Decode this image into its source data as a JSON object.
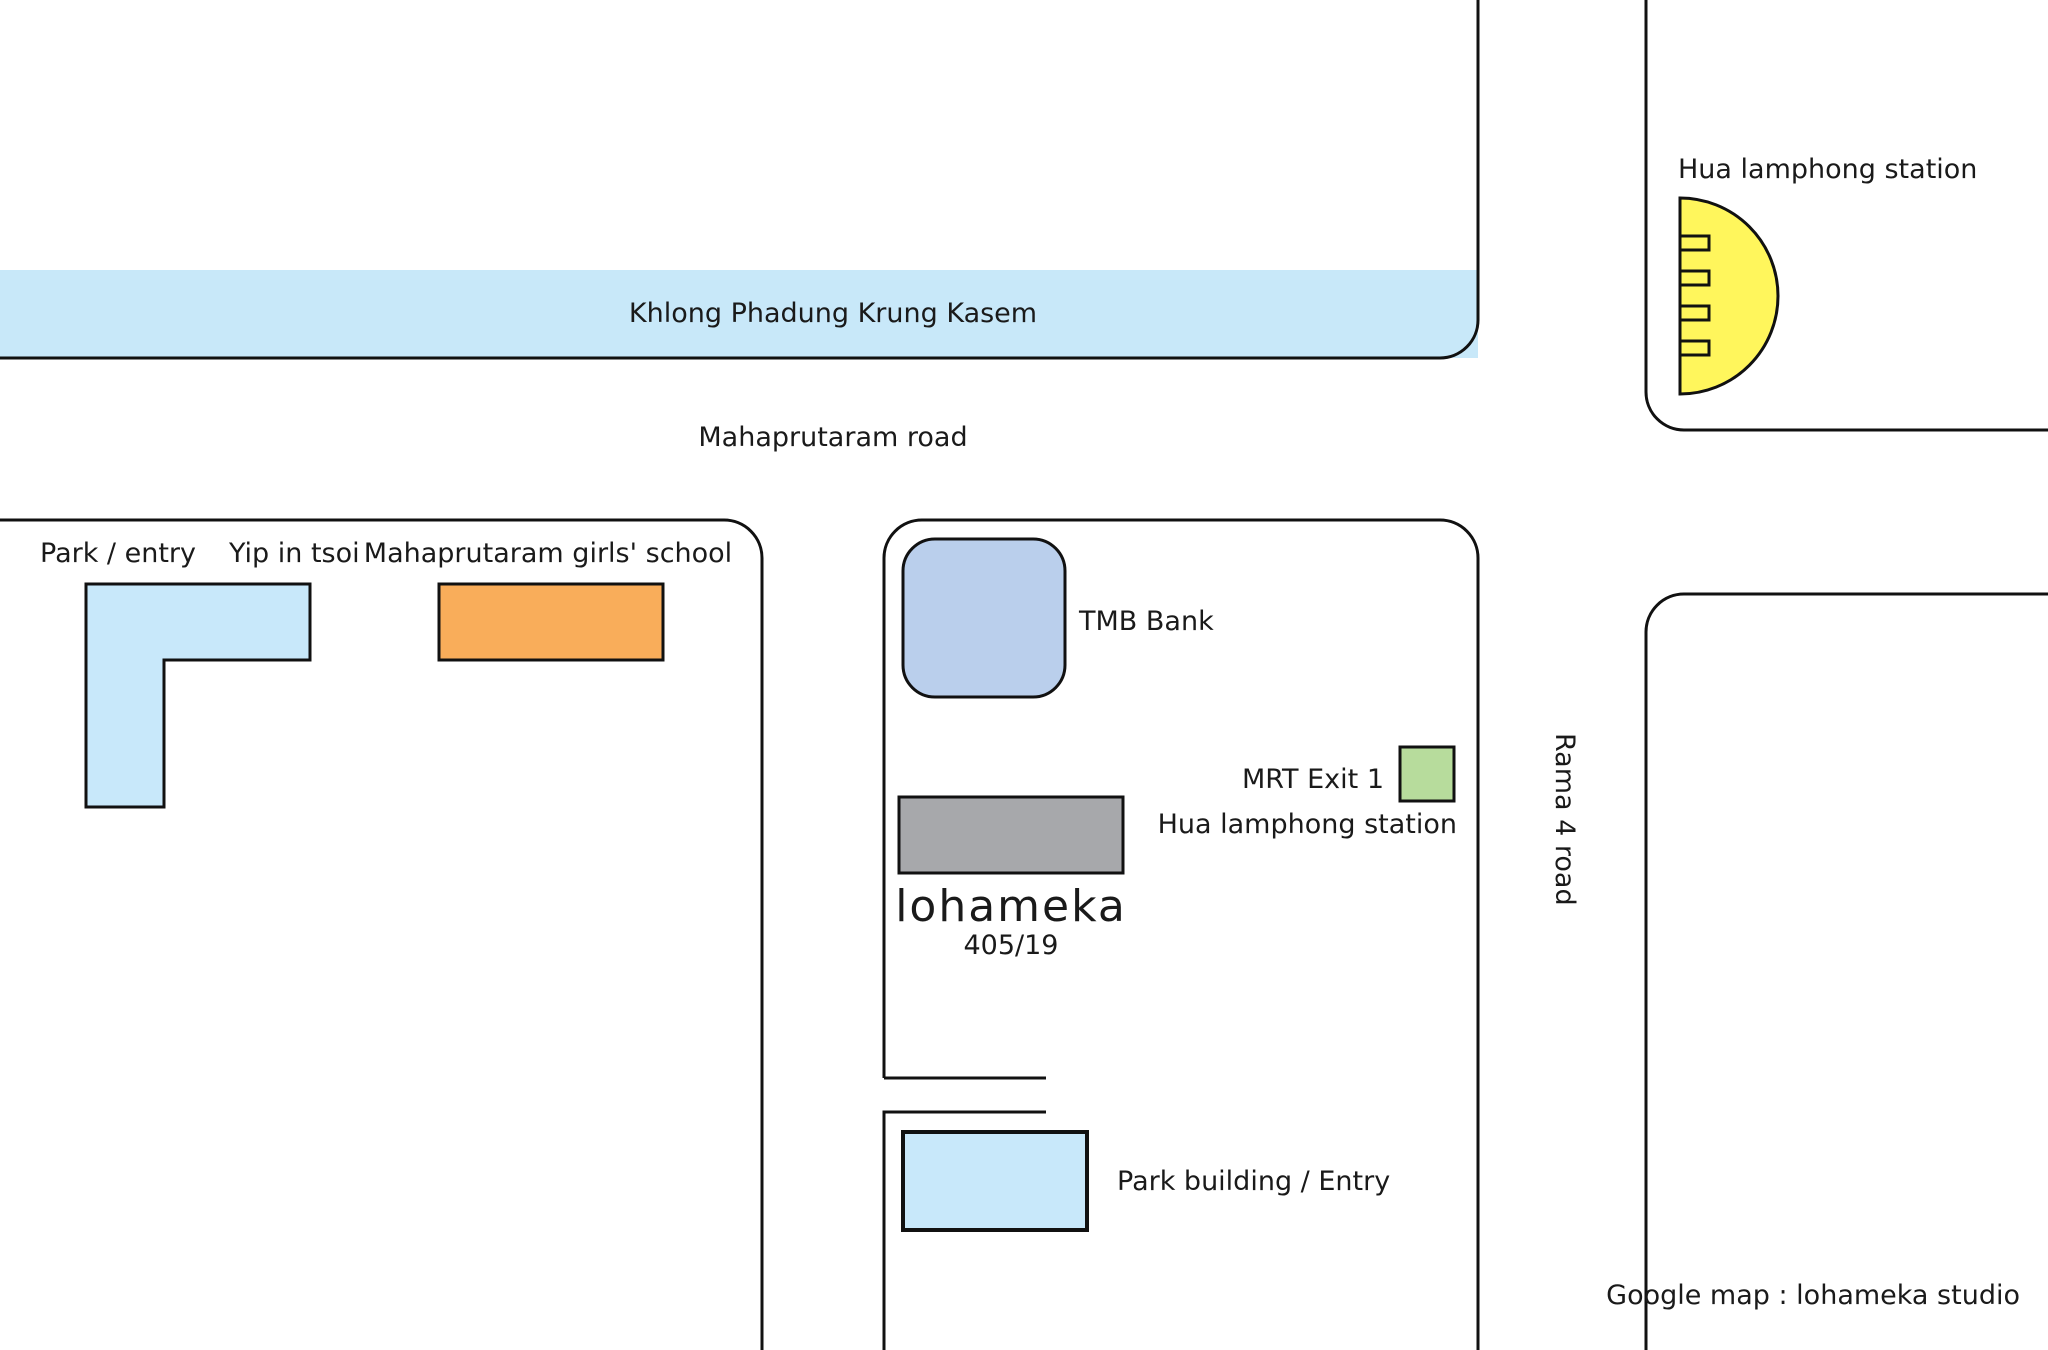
{
  "colors": {
    "canal": "#c8e8f9",
    "park": "#c8e8fa",
    "school": "#f9ad5a",
    "bank": "#bacfec",
    "mrt_exit": "#b7dc9c",
    "lohameka_building": "#a7a8ab",
    "station": "#fff65c",
    "outline": "#111111"
  },
  "canal": {
    "label": "Khlong Phadung Krung Kasem"
  },
  "roads": {
    "mahaprutaram": "Mahaprutaram road",
    "rama4": "Rama 4 road"
  },
  "places": {
    "hua_lamphong_station": "Hua lamphong station",
    "park_entry": "Park / entry",
    "yip_in_tsoi": "Yip in tsoi",
    "school": "Mahaprutaram girls' school",
    "tmb_bank": "TMB Bank",
    "mrt_exit": "MRT Exit 1",
    "mrt_station": "Hua lamphong station",
    "lohameka_name": "lohameka",
    "lohameka_address": "405/19",
    "park_building": "Park building / Entry"
  },
  "credit": "Google map : lohameka studio"
}
